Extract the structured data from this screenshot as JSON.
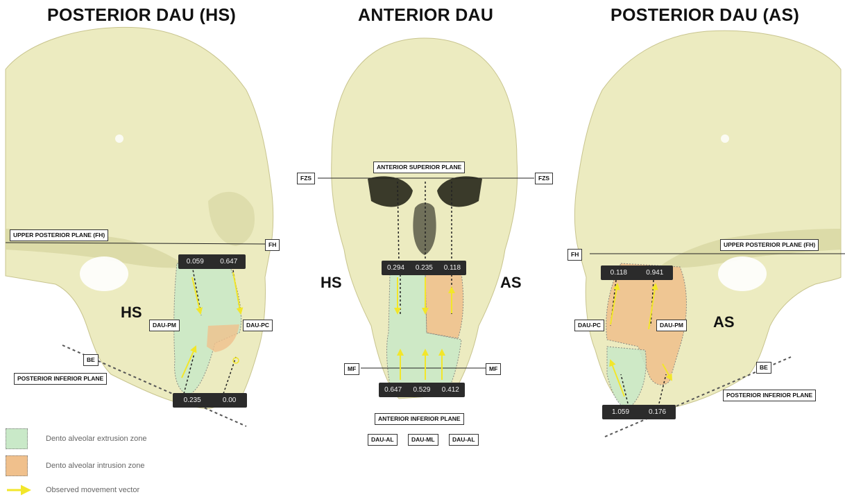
{
  "titles": {
    "left": "POSTERIOR DAU (HS)",
    "center": "ANTERIOR DAU",
    "right": "POSTERIOR DAU (AS)"
  },
  "left_panel": {
    "upper_plane": "UPPER POSTERIOR PLANE (FH)",
    "fh": "FH",
    "be": "BE",
    "inferior_plane": "POSTERIOR INFERIOR PLANE",
    "side": "HS",
    "dau_pm": "DAU-PM",
    "dau_pc": "DAU-PC",
    "top_values": [
      "0.059",
      "0.647"
    ],
    "bottom_values": [
      "0.235",
      "0.00"
    ]
  },
  "center_panel": {
    "superior_plane": "ANTERIOR SUPERIOR PLANE",
    "fzs_left": "FZS",
    "fzs_right": "FZS",
    "side_left": "HS",
    "side_right": "AS",
    "mf_left": "MF",
    "mf_right": "MF",
    "top_values": [
      "0.294",
      "0.235",
      "0.118"
    ],
    "bottom_values": [
      "0.647",
      "0.529",
      "0.412"
    ],
    "inferior_plane": "ANTERIOR INFERIOR PLANE",
    "bottom_labels": [
      "DAU-AL",
      "DAU-ML",
      "DAU-AL"
    ]
  },
  "right_panel": {
    "fh": "FH",
    "upper_plane": "UPPER POSTERIOR PLANE (FH)",
    "dau_pc": "DAU-PC",
    "dau_pm": "DAU-PM",
    "side": "AS",
    "be": "BE",
    "inferior_plane": "POSTERIOR INFERIOR PLANE",
    "top_values": [
      "0.118",
      "0.941"
    ],
    "bottom_values": [
      "1.059",
      "0.176"
    ]
  },
  "legend": [
    {
      "label": "Dento alveolar extrusion zone",
      "color": "#c9e9c8"
    },
    {
      "label": "Dento alveolar intrusion zone",
      "color": "#f0c08c"
    },
    {
      "label": "Observed movement vector",
      "color": "#f2e62a"
    }
  ],
  "colors": {
    "bone": "#ecebc0",
    "bone_shadow": "#d6d49e",
    "extrusion": "#c9e9c8",
    "intrusion": "#f0c08c",
    "vector": "#f2e62a"
  }
}
